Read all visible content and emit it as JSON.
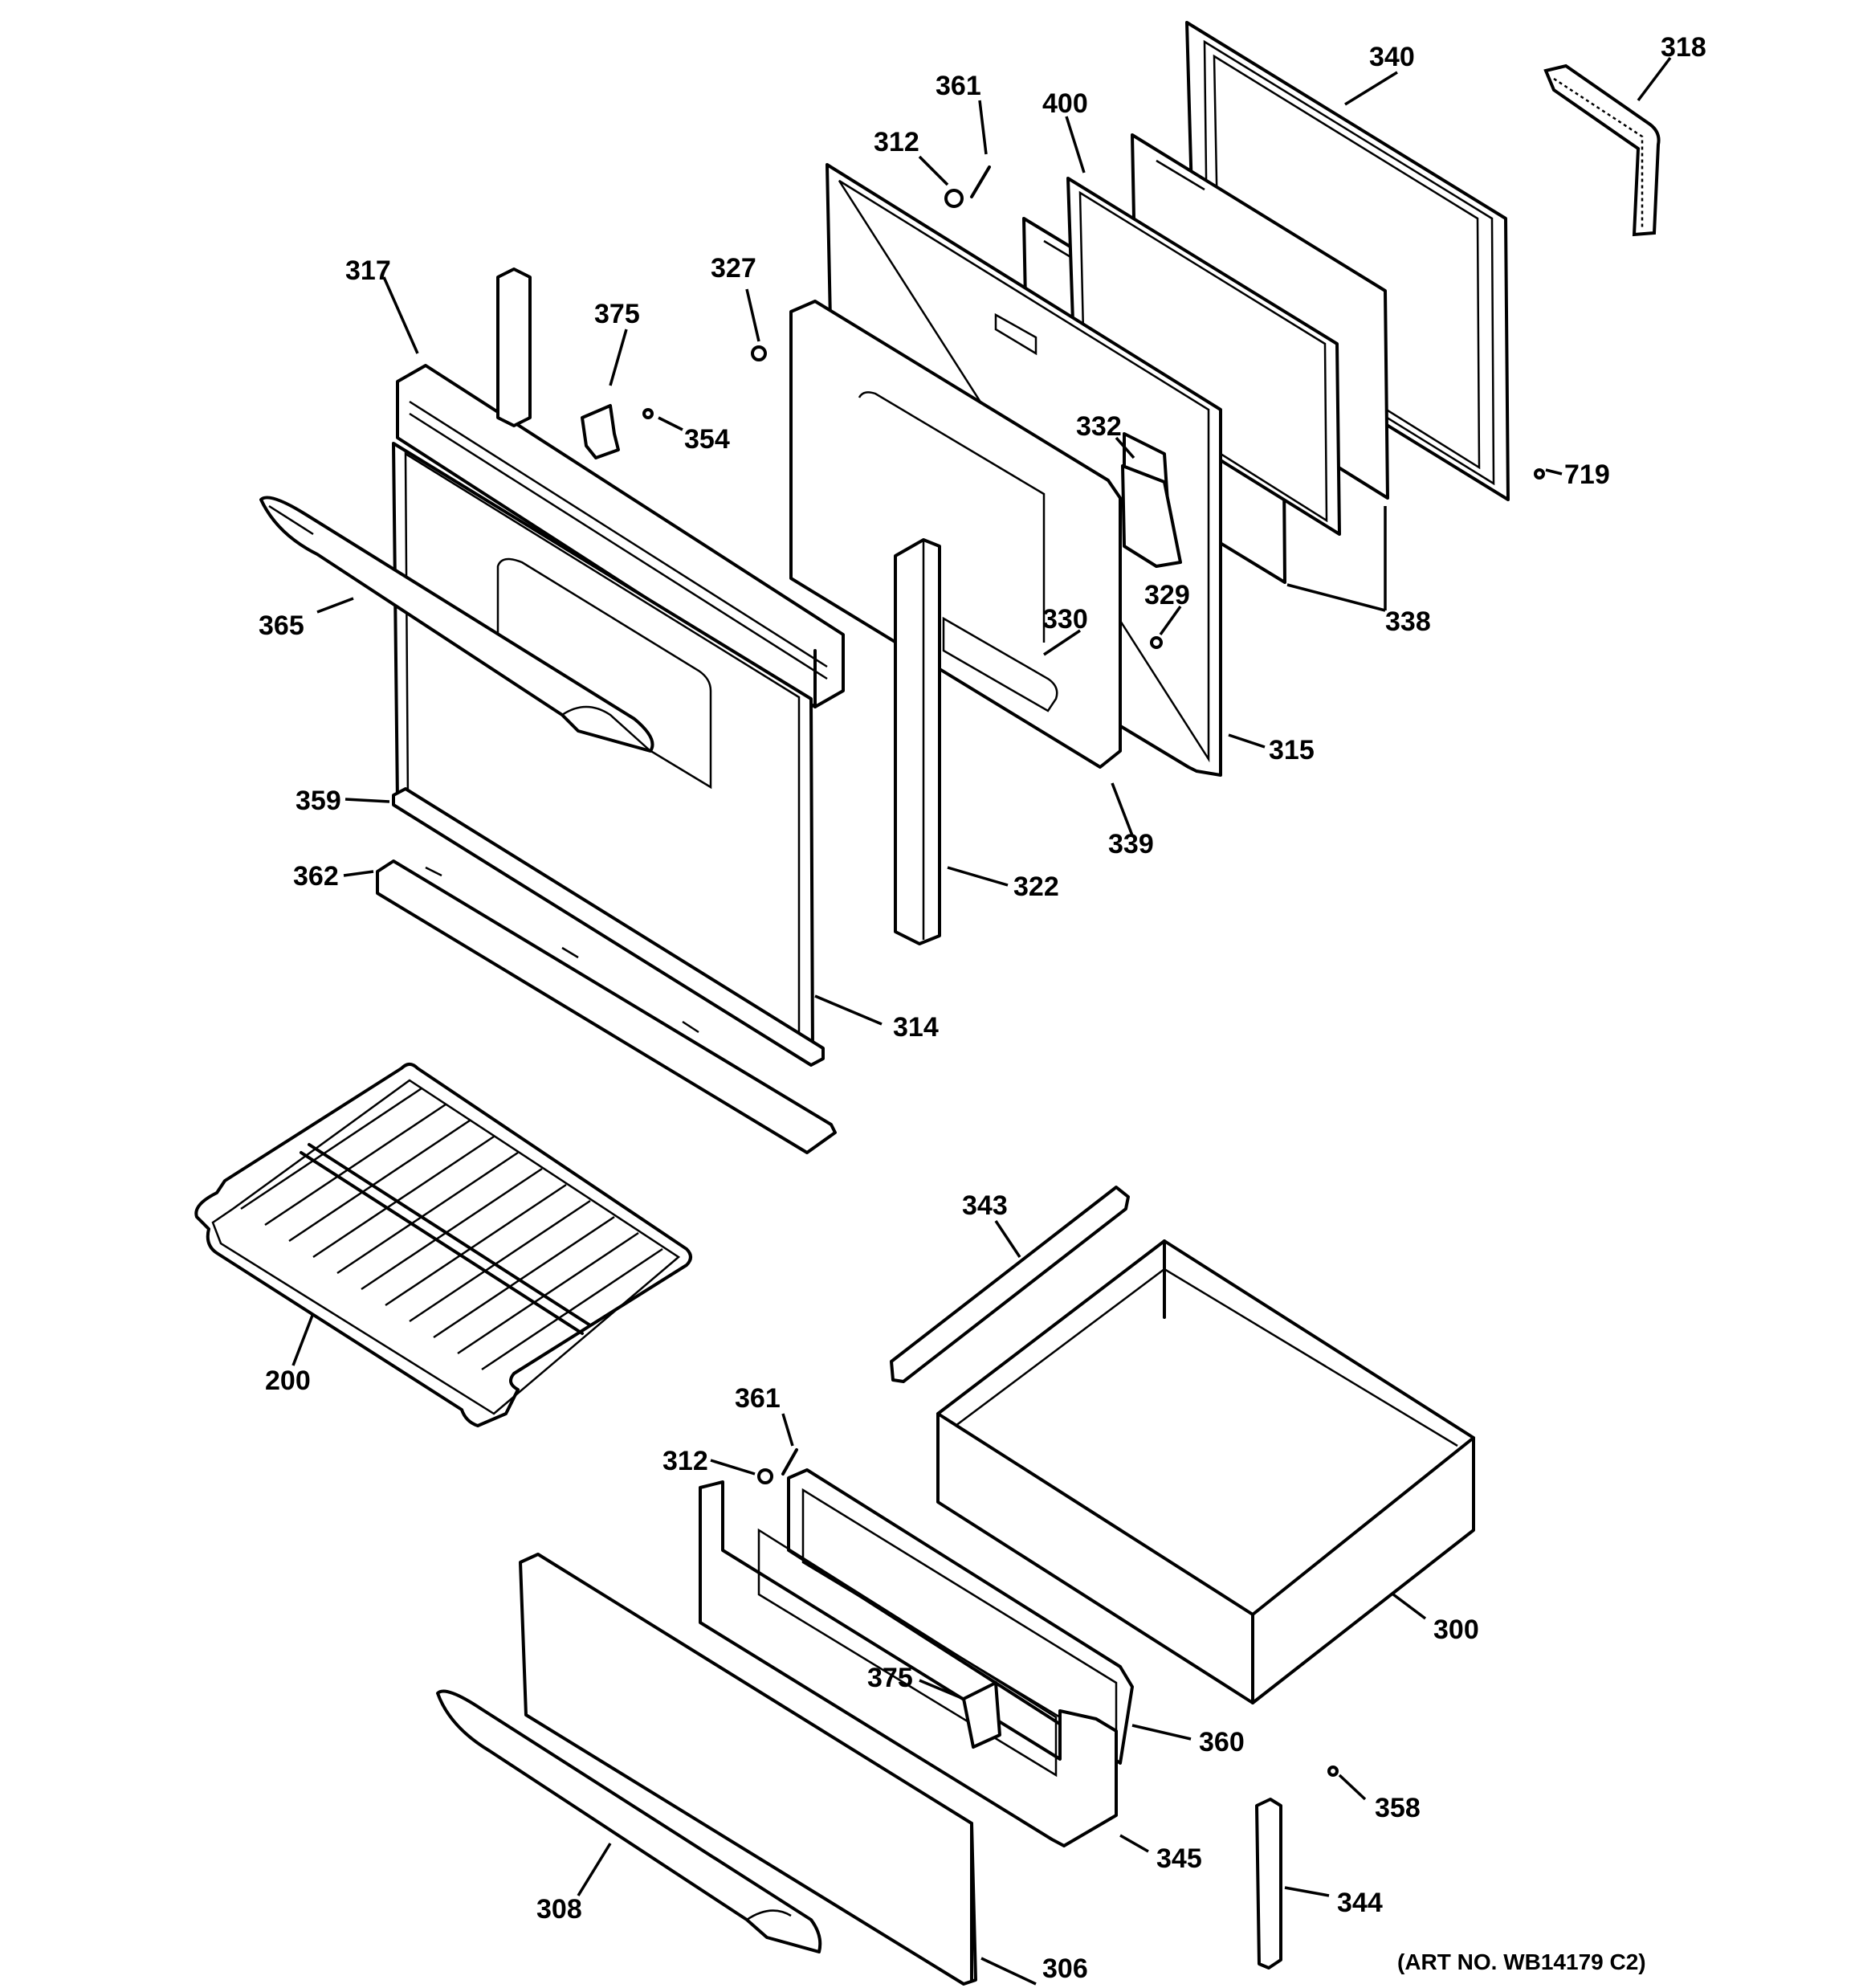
{
  "labels": {
    "p318": "318",
    "p340": "340",
    "p361a": "361",
    "p400": "400",
    "p312a": "312",
    "p317": "317",
    "p375a": "375",
    "p327": "327",
    "p354": "354",
    "p332": "332",
    "p719": "719",
    "p365": "365",
    "p329": "329",
    "p330": "330",
    "p338": "338",
    "p315": "315",
    "p359": "359",
    "p339": "339",
    "p362": "362",
    "p322": "322",
    "p314": "314",
    "p343": "343",
    "p200": "200",
    "p361b": "361",
    "p312b": "312",
    "p300": "300",
    "p375b": "375",
    "p360": "360",
    "p358": "358",
    "p345": "345",
    "p308": "308",
    "p344": "344",
    "p306": "306"
  },
  "art_number": "(ART NO. WB14179 C2)"
}
